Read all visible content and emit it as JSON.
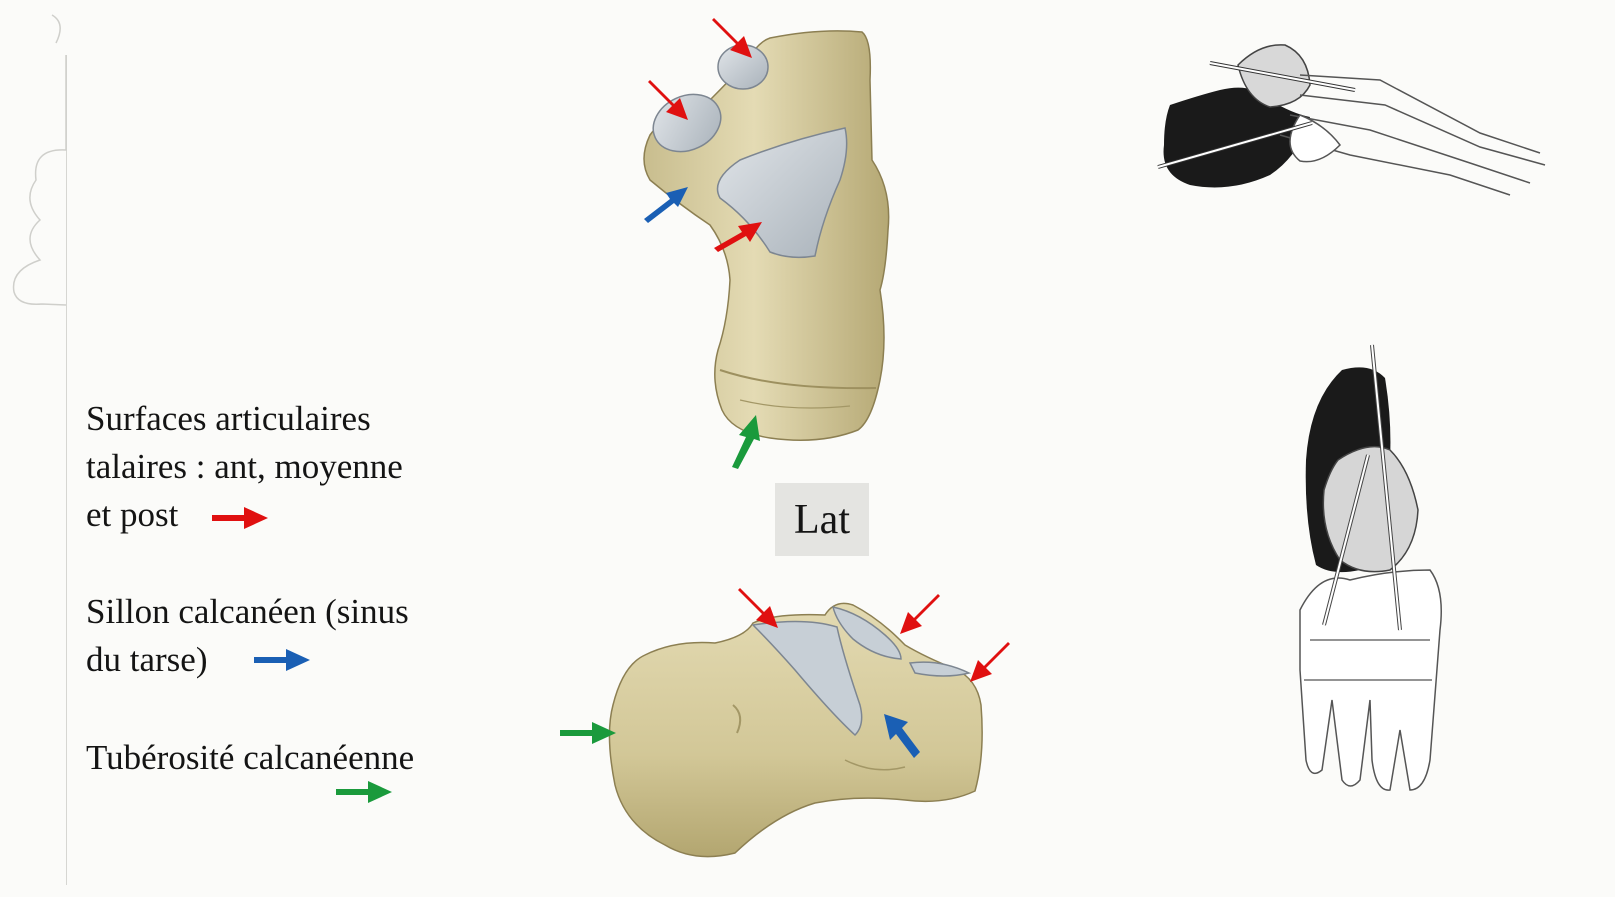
{
  "legend": {
    "item1_line1": "Surfaces articulaires",
    "item1_line2": "talaires : ant, moyenne",
    "item1_line3": "et post",
    "item2_line1": "Sillon calcanéen (sinus",
    "item2_line2": "du tarse)",
    "item3_line1": "Tubérosité calcanéenne"
  },
  "view_label": "Lat",
  "colors": {
    "red_arrow": "#e01010",
    "blue_arrow": "#1a5fb4",
    "green_arrow": "#1a9a3c",
    "bone": "#ddd3a8",
    "bone_dark": "#b9ac7c",
    "cartilage": "#c9d0d6",
    "background": "#fbfbf9"
  },
  "icons": [
    "red-arrow-icon",
    "blue-arrow-icon",
    "green-arrow-icon"
  ]
}
